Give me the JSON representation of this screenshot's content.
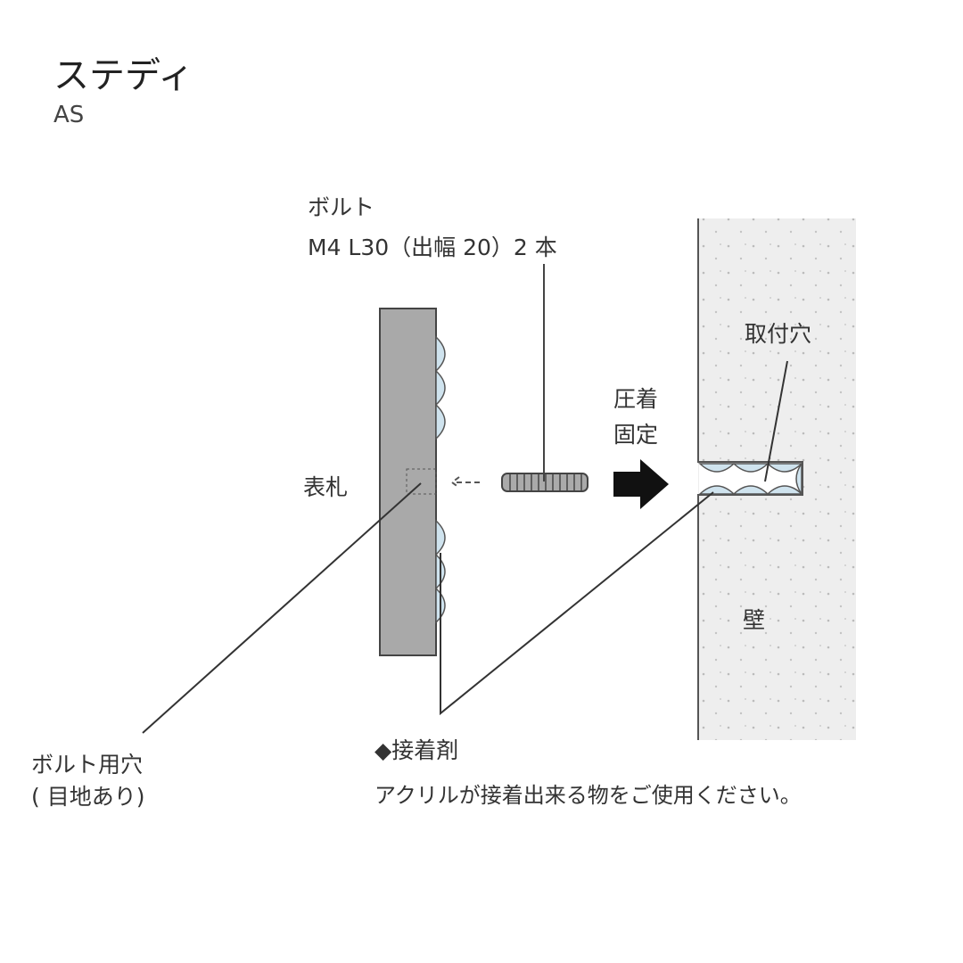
{
  "title": "ステディ",
  "subtitle": "AS",
  "labels": {
    "bolt_name": "ボルト",
    "bolt_spec": "M4 L30（出幅 20）2 本",
    "plate": "表札",
    "press": "圧着",
    "fix": "固定",
    "mount_hole": "取付穴",
    "wall": "壁",
    "bolt_hole": "ボルト用穴",
    "bolt_hole_note": "( 目地あり)",
    "adhesive": "◆接着剤",
    "adhesive_note": "アクリルが接着出来る物をご使用ください。"
  },
  "colors": {
    "plate": "#a9a9a9",
    "wall": "#eeeeee",
    "adhesive": "#cfe3ee",
    "line": "#333333"
  }
}
